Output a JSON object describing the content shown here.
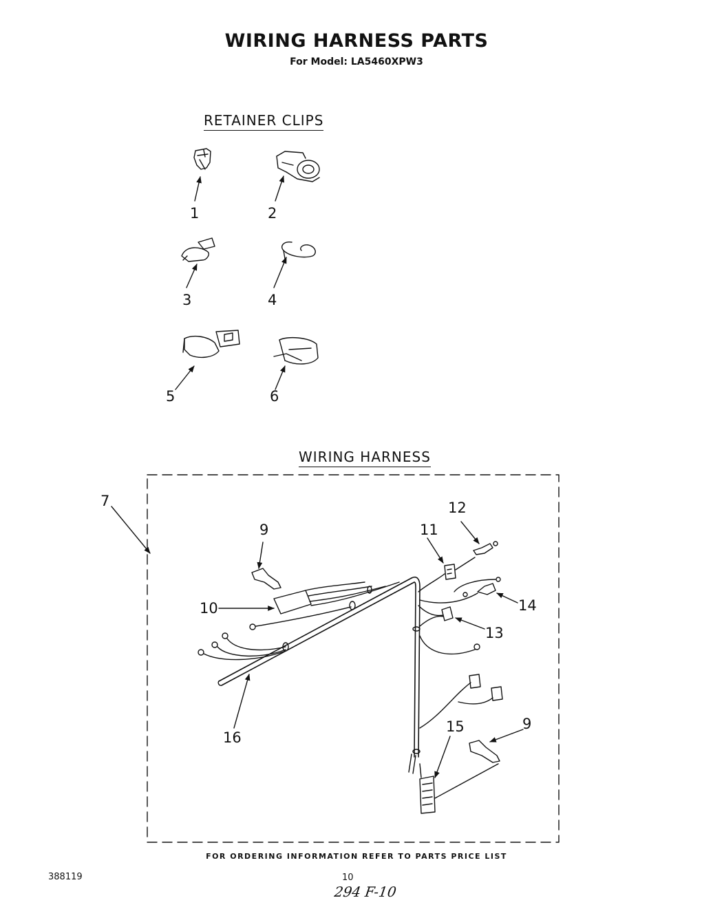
{
  "header": {
    "title": "WIRING HARNESS PARTS",
    "model_line": "For Model: LA5460XPW3"
  },
  "sections": {
    "retainer_clips": "RETAINER CLIPS",
    "wiring_harness": "WIRING HARNESS"
  },
  "callouts": {
    "c1": "1",
    "c2": "2",
    "c3": "3",
    "c4": "4",
    "c5": "5",
    "c6": "6",
    "c7": "7",
    "c9a": "9",
    "c9b": "9",
    "c10": "10",
    "c11": "11",
    "c12": "12",
    "c13": "13",
    "c14": "14",
    "c15": "15",
    "c16": "16"
  },
  "footer": {
    "ordering_note": "FOR ORDERING INFORMATION REFER TO PARTS PRICE LIST",
    "doc_number": "388119",
    "page_number": "10",
    "handwritten": "294 F-10"
  }
}
